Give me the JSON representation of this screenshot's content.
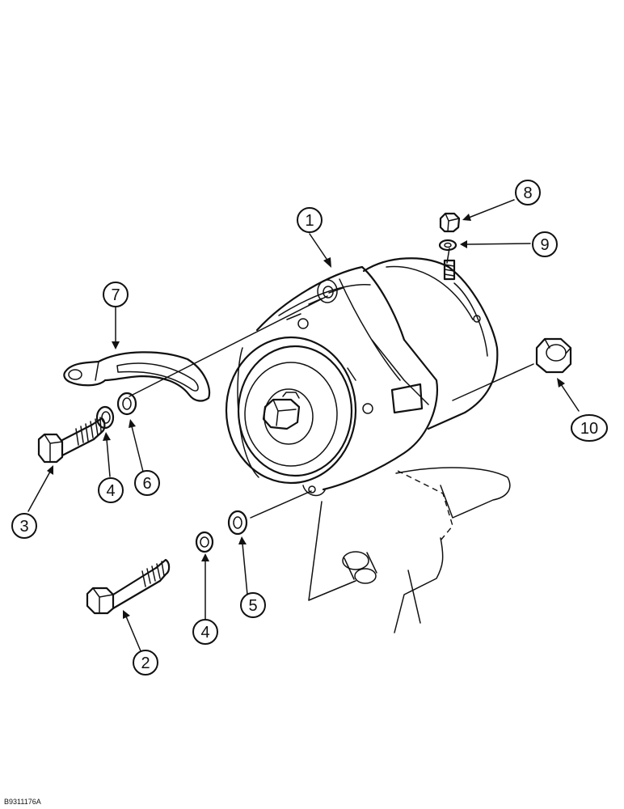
{
  "figure_id": "B9311176A",
  "callouts": {
    "c1": "1",
    "c2": "2",
    "c3": "3",
    "c4a": "4",
    "c4b": "4",
    "c5": "5",
    "c6": "6",
    "c7": "7",
    "c8": "8",
    "c9": "9",
    "c10": "10"
  },
  "colors": {
    "ink": "#111111",
    "paper": "#ffffff"
  }
}
